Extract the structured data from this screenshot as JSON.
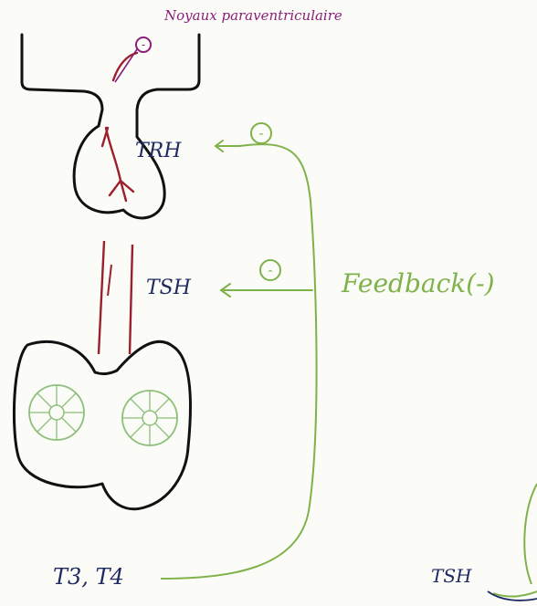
{
  "labels": {
    "nucleus": "Noyaux paraventriculaire",
    "inhibit_sign": "-",
    "trh": "TRH",
    "tsh": "TSH",
    "feedback": "Feedback(-)",
    "t3t4": "T3, T4",
    "tsh_bottom": "TSH"
  },
  "colors": {
    "outline": "#111111",
    "hormone_text": "#1f2a63",
    "feedback": "#7fb24a",
    "neuron": "#9b1f2c",
    "nucleus_text": "#8a1e7a",
    "follicle": "#8cc079"
  }
}
